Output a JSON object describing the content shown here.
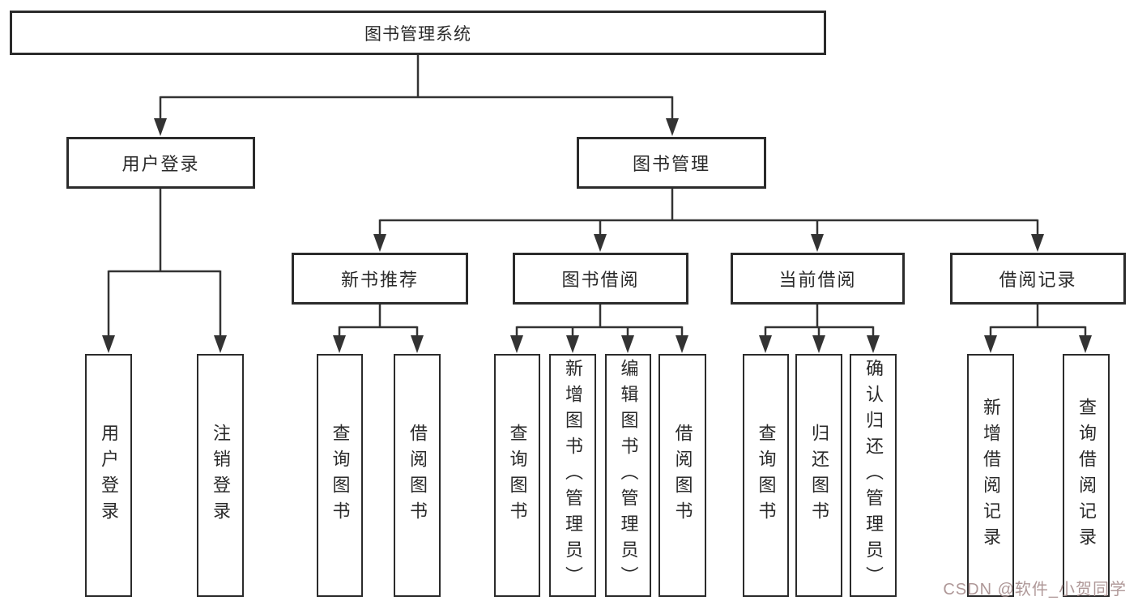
{
  "diagram": {
    "title": "图书管理系统",
    "level2": [
      {
        "label": "用户登录"
      },
      {
        "label": "图书管理"
      }
    ],
    "level3": [
      {
        "label": "新书推荐"
      },
      {
        "label": "图书借阅"
      },
      {
        "label": "当前借阅"
      },
      {
        "label": "借阅记录"
      }
    ],
    "leaves": {
      "user_login": [
        {
          "label": "用户登录"
        },
        {
          "label": "注销登录"
        }
      ],
      "new_book": [
        {
          "label": "查询图书"
        },
        {
          "label": "借阅图书"
        }
      ],
      "book_borrow": [
        {
          "label": "查询图书"
        },
        {
          "label": "新增图书（管理员）"
        },
        {
          "label": "编辑图书（管理员）"
        },
        {
          "label": "借阅图书"
        }
      ],
      "current_borrow": [
        {
          "label": "查询图书"
        },
        {
          "label": "归还图书"
        },
        {
          "label": "确认归还（管理员）"
        }
      ],
      "borrow_records": [
        {
          "label": "新增借阅记录"
        },
        {
          "label": "查询借阅记录"
        }
      ]
    }
  },
  "colors": {
    "line": "#333333",
    "border": "#2b2b2b",
    "background": "#ffffff",
    "watermark": "#ab9292"
  },
  "watermark": {
    "text": "CSDN @软件_小贺同学"
  }
}
